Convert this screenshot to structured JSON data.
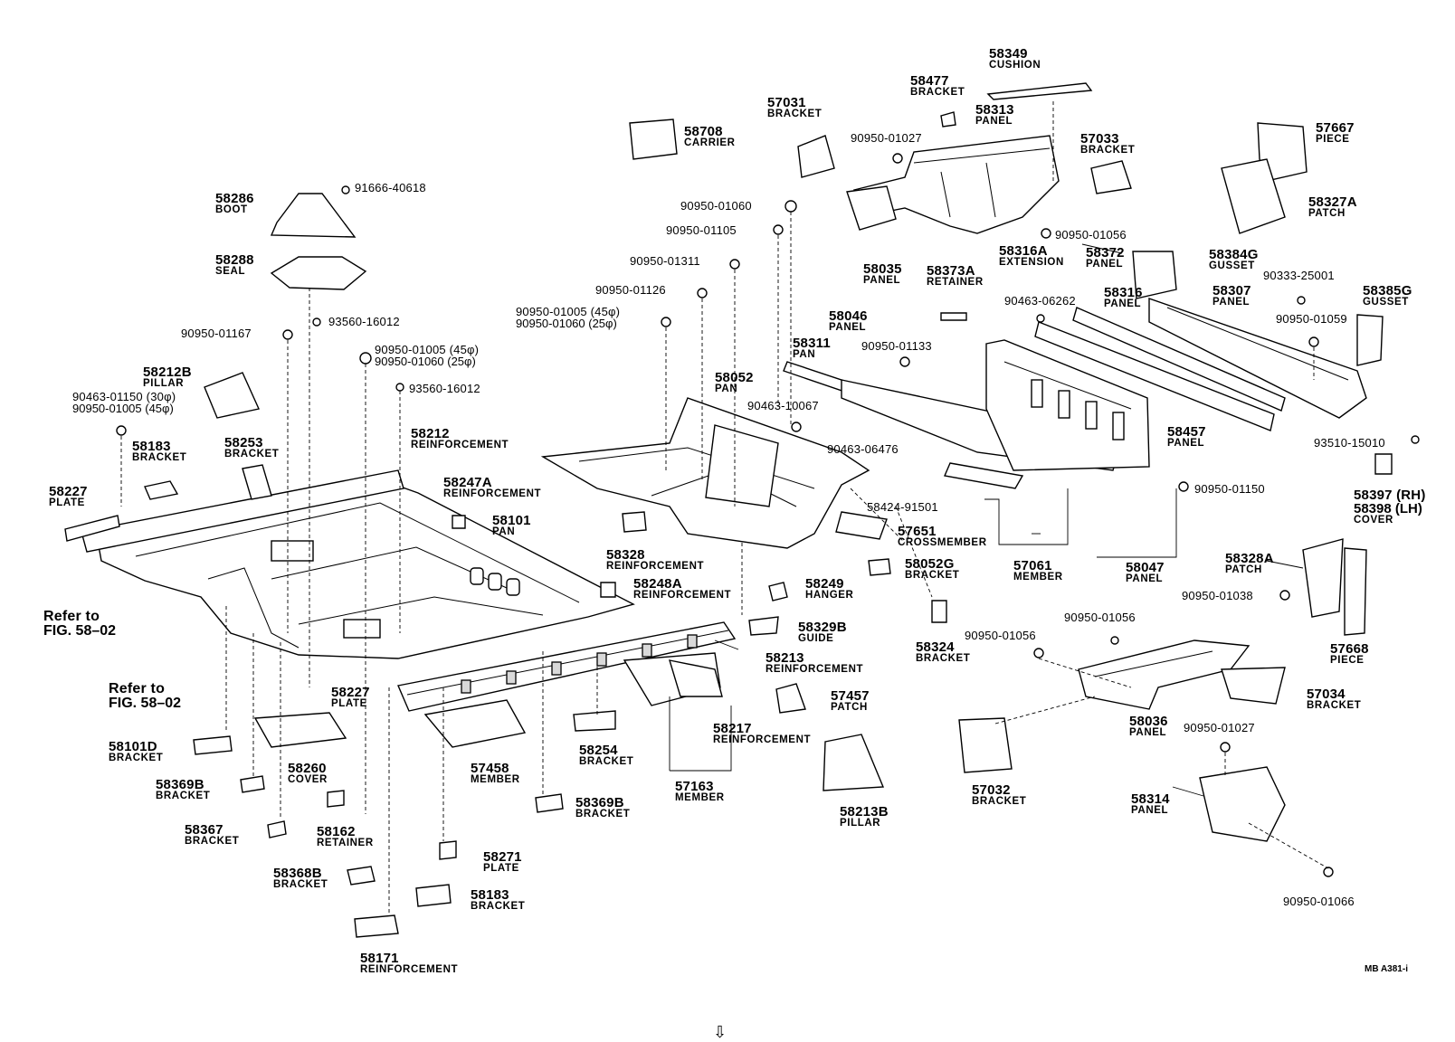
{
  "figure_code": "MB A381-i",
  "page_arrow": "⇩",
  "labels": [
    {
      "num": "58349",
      "name": "CUSHION"
    },
    {
      "num": "58477",
      "name": "BRACKET"
    },
    {
      "num": "58313",
      "name": "PANEL"
    },
    {
      "num": "57031",
      "name": "BRACKET"
    },
    {
      "num": "58708",
      "name": "CARRIER"
    },
    {
      "num": "90950-01027",
      "name": ""
    },
    {
      "num": "57033",
      "name": "BRACKET"
    },
    {
      "num": "57667",
      "name": "PIECE"
    },
    {
      "num": "58286",
      "name": "BOOT"
    },
    {
      "num": "91666-40618",
      "name": ""
    },
    {
      "num": "90950-01060",
      "name": ""
    },
    {
      "num": "90950-01105",
      "name": ""
    },
    {
      "num": "90950-01056",
      "name": ""
    },
    {
      "num": "58327A",
      "name": "PATCH"
    },
    {
      "num": "58316A",
      "name": "EXTENSION"
    },
    {
      "num": "58035",
      "name": "PANEL"
    },
    {
      "num": "58288",
      "name": "SEAL"
    },
    {
      "num": "90950-01311",
      "name": ""
    },
    {
      "num": "58372",
      "name": "PANEL"
    },
    {
      "num": "58384G",
      "name": "GUSSET"
    },
    {
      "num": "90333-25001",
      "name": ""
    },
    {
      "num": "58373A",
      "name": "RETAINER"
    },
    {
      "num": "58316",
      "name": "PANEL"
    },
    {
      "num": "58307",
      "name": "PANEL"
    },
    {
      "num": "58385G",
      "name": "GUSSET"
    },
    {
      "num": "90950-01126",
      "name": ""
    },
    {
      "num": "90463-06262",
      "name": ""
    },
    {
      "num": "90950-01005 (45φ)",
      "name": "",
      "line2": "90950-01060 (25φ)"
    },
    {
      "num": "93560-16012",
      "name": ""
    },
    {
      "num": "58046",
      "name": "PANEL"
    },
    {
      "num": "90950-01059",
      "name": ""
    },
    {
      "num": "90950-01167",
      "name": ""
    },
    {
      "num": "58311",
      "name": "PAN"
    },
    {
      "num": "90950-01133",
      "name": ""
    },
    {
      "num": "90950-01005 (45φ)",
      "name": "",
      "line2": "90950-01060 (25φ)"
    },
    {
      "num": "58212B",
      "name": "PILLAR"
    },
    {
      "num": "58052",
      "name": "PAN"
    },
    {
      "num": "93560-16012",
      "name": ""
    },
    {
      "num": "90463-01150 (30φ)",
      "name": "",
      "line2": "90950-01005 (45φ)"
    },
    {
      "num": "90463-10067",
      "name": ""
    },
    {
      "num": "58457",
      "name": "PANEL"
    },
    {
      "num": "93510-15010",
      "name": ""
    },
    {
      "num": "58183",
      "name": "BRACKET"
    },
    {
      "num": "58253",
      "name": "BRACKET"
    },
    {
      "num": "58212",
      "name": "REINFORCEMENT"
    },
    {
      "num": "90463-06476",
      "name": ""
    },
    {
      "num": "58397 (RH)",
      "name": "",
      "line2": "58398 (LH)",
      "name2": "COVER"
    },
    {
      "num": "58227",
      "name": "PLATE"
    },
    {
      "num": "58247A",
      "name": "REINFORCEMENT"
    },
    {
      "num": "58424-91501",
      "name": ""
    },
    {
      "num": "90950-01150",
      "name": ""
    },
    {
      "num": "58101",
      "name": "PAN"
    },
    {
      "num": "57651",
      "name": "CROSSMEMBER"
    },
    {
      "num": "58328",
      "name": "REINFORCEMENT"
    },
    {
      "num": "58052G",
      "name": "BRACKET"
    },
    {
      "num": "57061",
      "name": "MEMBER"
    },
    {
      "num": "58047",
      "name": "PANEL"
    },
    {
      "num": "58328A",
      "name": "PATCH"
    },
    {
      "num": "58248A",
      "name": "REINFORCEMENT"
    },
    {
      "num": "58249",
      "name": "HANGER"
    },
    {
      "num": "90950-01038",
      "name": ""
    },
    {
      "num": "Refer to",
      "name": "",
      "line2": "FIG. 58–02"
    },
    {
      "num": "58329B",
      "name": "GUIDE"
    },
    {
      "num": "90950-01056",
      "name": ""
    },
    {
      "num": "58324",
      "name": "BRACKET"
    },
    {
      "num": "90950-01056",
      "name": ""
    },
    {
      "num": "57668",
      "name": "PIECE"
    },
    {
      "num": "58213",
      "name": "REINFORCEMENT"
    },
    {
      "num": "Refer to",
      "name": "",
      "line2": "FIG. 58–02"
    },
    {
      "num": "58227",
      "name": "PLATE"
    },
    {
      "num": "57457",
      "name": "PATCH"
    },
    {
      "num": "57034",
      "name": "BRACKET"
    },
    {
      "num": "58217",
      "name": "REINFORCEMENT"
    },
    {
      "num": "58101D",
      "name": "BRACKET"
    },
    {
      "num": "58254",
      "name": "BRACKET"
    },
    {
      "num": "58036",
      "name": "PANEL"
    },
    {
      "num": "90950-01027",
      "name": ""
    },
    {
      "num": "57458",
      "name": "MEMBER"
    },
    {
      "num": "58260",
      "name": "COVER"
    },
    {
      "num": "58369B",
      "name": "BRACKET"
    },
    {
      "num": "57163",
      "name": "MEMBER"
    },
    {
      "num": "57032",
      "name": "BRACKET"
    },
    {
      "num": "58314",
      "name": "PANEL"
    },
    {
      "num": "58369B",
      "name": "BRACKET"
    },
    {
      "num": "58213B",
      "name": "PILLAR"
    },
    {
      "num": "58367",
      "name": "BRACKET"
    },
    {
      "num": "58162",
      "name": "RETAINER"
    },
    {
      "num": "58271",
      "name": "PLATE"
    },
    {
      "num": "58368B",
      "name": "BRACKET"
    },
    {
      "num": "58183",
      "name": "BRACKET"
    },
    {
      "num": "90950-01066",
      "name": ""
    },
    {
      "num": "58171",
      "name": "REINFORCEMENT"
    }
  ]
}
